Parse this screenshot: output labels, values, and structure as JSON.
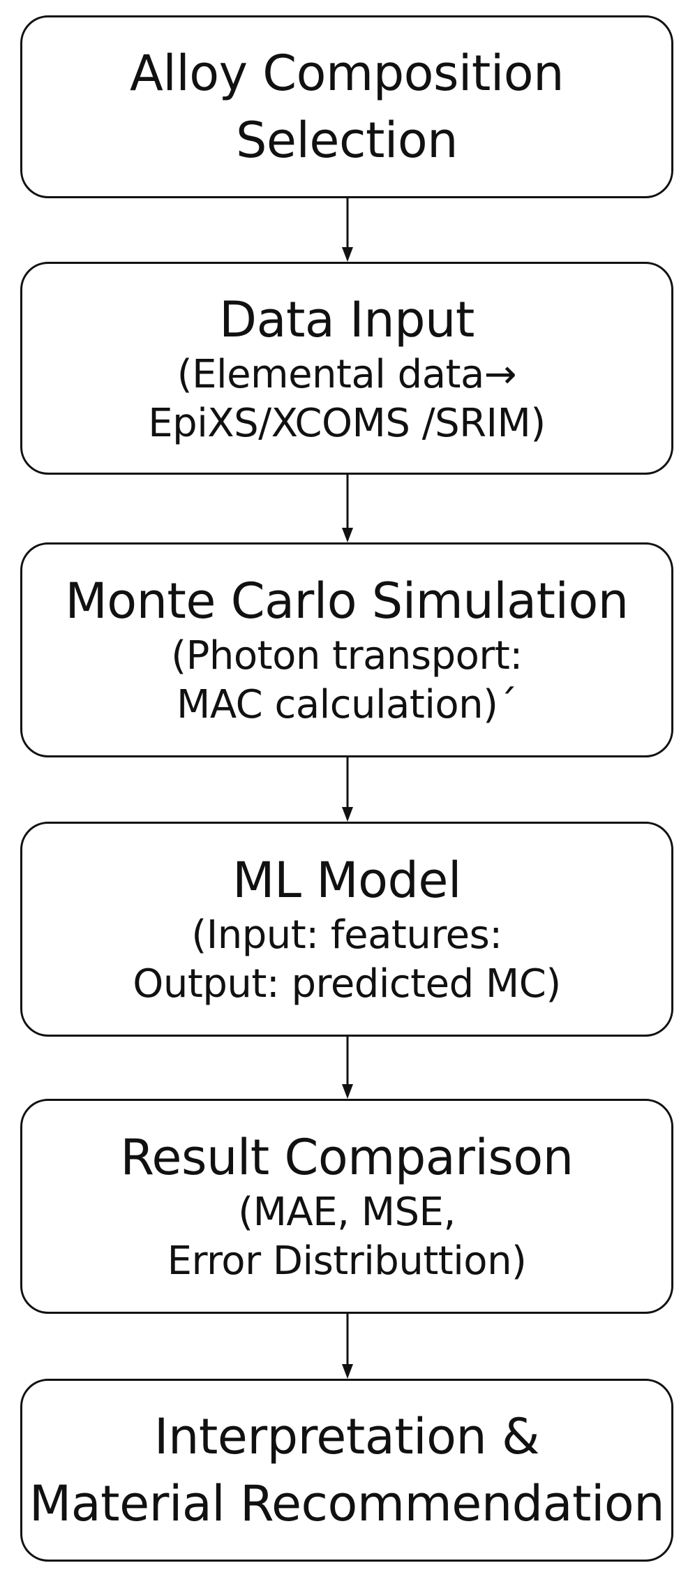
{
  "flowchart": {
    "steps": [
      {
        "title": "Alloy Composition\nSelection",
        "subtitle": ""
      },
      {
        "title": "Data Input",
        "subtitle": "(Elemental data→\nEpiXS/XCOMS /SRIM)"
      },
      {
        "title": "Monte Carlo Simulation",
        "subtitle": "(Photon transport:\nMAC calculation)´"
      },
      {
        "title": "ML Model",
        "subtitle": "(Input: features:\nOutput: predicted MC)"
      },
      {
        "title": "Result Comparison",
        "subtitle": "(MAE, MSE,\nError Distributtion)"
      },
      {
        "title": "Interpretation &\nMaterial Recommendation",
        "subtitle": ""
      }
    ]
  }
}
